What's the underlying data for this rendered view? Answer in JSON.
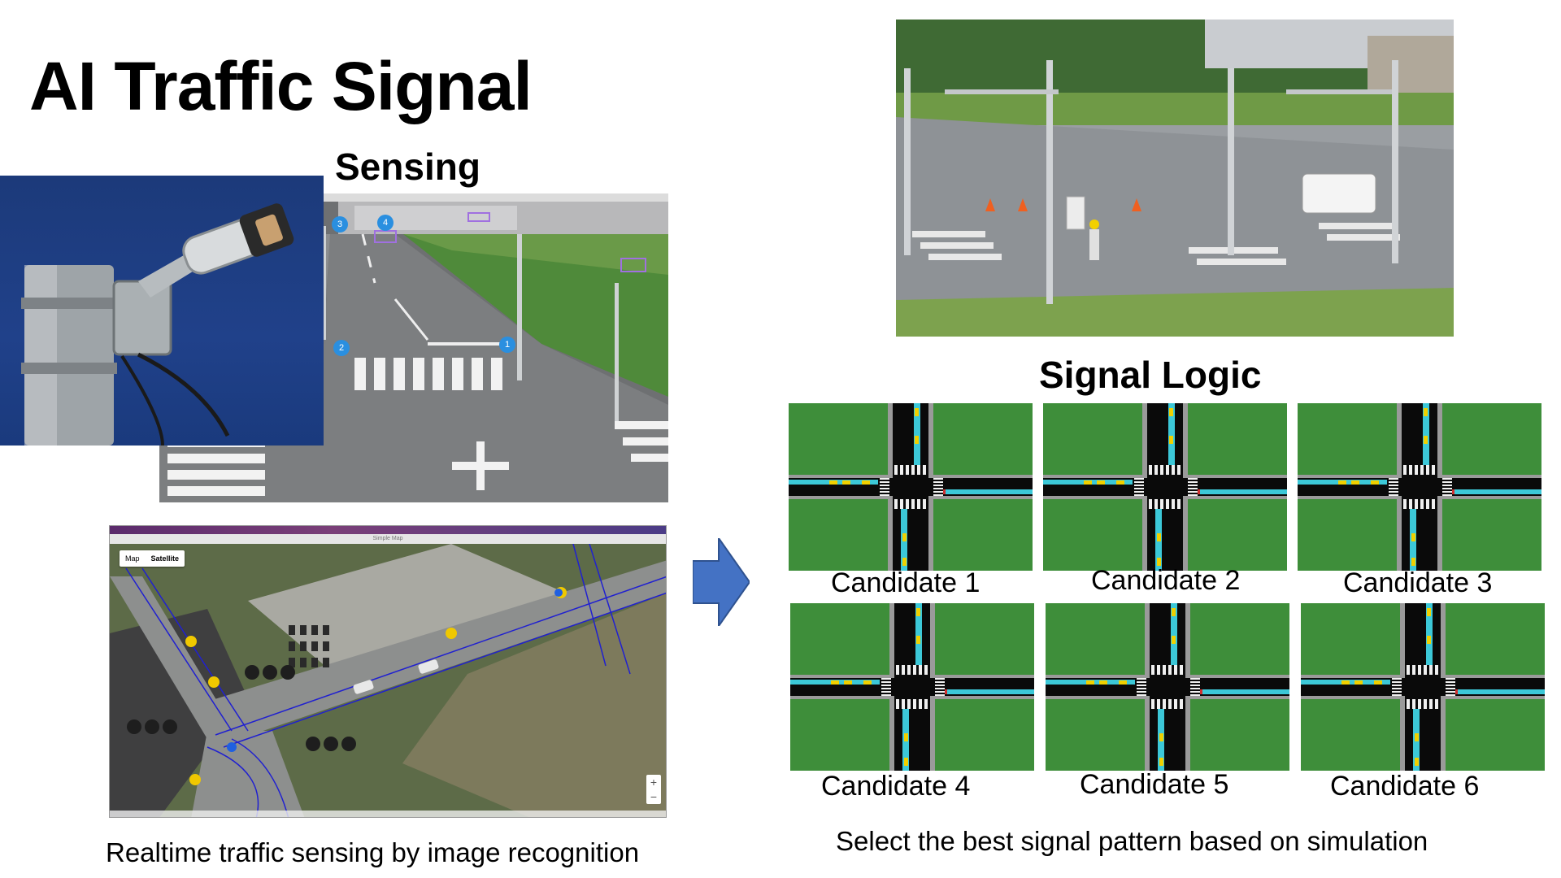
{
  "slide": {
    "title": "AI Traffic Signal",
    "sensing_heading": "Sensing",
    "logic_heading": "Signal Logic",
    "sensing_caption": "Realtime traffic sensing by image recognition",
    "logic_caption": "Select the best signal pattern based on simulation"
  },
  "camera_feed": {
    "window_title": "signal 2",
    "markers": [
      "3",
      "4",
      "2",
      "1"
    ]
  },
  "map": {
    "window_title": "Simple Map",
    "toggle": [
      "Map",
      "Satellite"
    ],
    "zoom": [
      "+",
      "−"
    ]
  },
  "candidates": [
    {
      "label": "Candidate 1"
    },
    {
      "label": "Candidate 2"
    },
    {
      "label": "Candidate 3"
    },
    {
      "label": "Candidate 4"
    },
    {
      "label": "Candidate 5"
    },
    {
      "label": "Candidate 6"
    }
  ],
  "colors": {
    "grass": "#3e8e3a",
    "road": "#0a0a0a",
    "lane": "#3cc8d8",
    "car": "#f0d000",
    "arrow": "#4472c4",
    "marker": "#2a8fe0"
  }
}
